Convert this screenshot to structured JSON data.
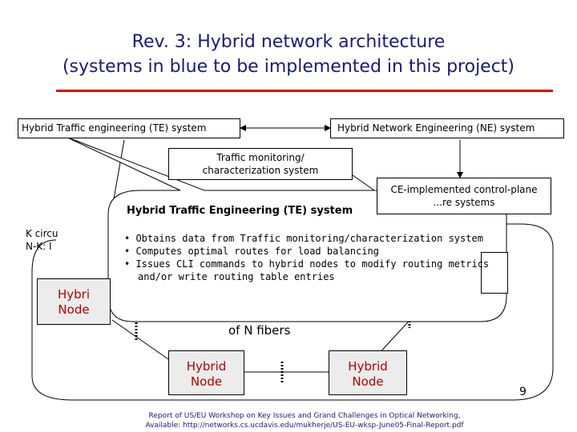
{
  "slide": {
    "title_line1": "Rev. 3: Hybrid network architecture",
    "title_line2": "(systems in blue to be implemented in this project)",
    "page_number": "9",
    "accent_color": "#e00000",
    "title_color": "#1a1a7a",
    "node_text_color": "#b00000"
  },
  "diagram": {
    "te_system": "Hybrid Traffic engineering (TE) system",
    "ne_system": "Hybrid Network Engineering (NE) system",
    "traffic_monitoring_line1": "Traffic monitoring/",
    "traffic_monitoring_line2": "characterization system",
    "control_plane_line1": "CE-implemented control-plane",
    "control_plane_line2": "...re systems",
    "k_circuits_line1": "K circu",
    "k_circuits_line2": "N-K: I",
    "fibers_label": "of N fibers",
    "nodes": [
      {
        "line1": "Hybri",
        "line2": "Node"
      },
      {
        "line1": "Hybrid",
        "line2": "Node"
      },
      {
        "line1": "Hybrid",
        "line2": "Node"
      }
    ]
  },
  "callout": {
    "title": "Hybrid Traffic Engineering (TE) system",
    "bullets": [
      "Obtains data from Traffic monitoring/characterization system",
      "Computes optimal routes for load balancing",
      "Issues CLI commands to hybrid nodes to modify routing metrics"
    ],
    "continuation": "and/or write routing table entries"
  },
  "footer": {
    "line1": "Report of US/EU Workshop on Key Issues and Grand Challenges in Optical Networking,",
    "line2": "Available: http://networks.cs.ucdavis.edu/mukherje/US-EU-wksp-June05-Final-Report.pdf"
  }
}
